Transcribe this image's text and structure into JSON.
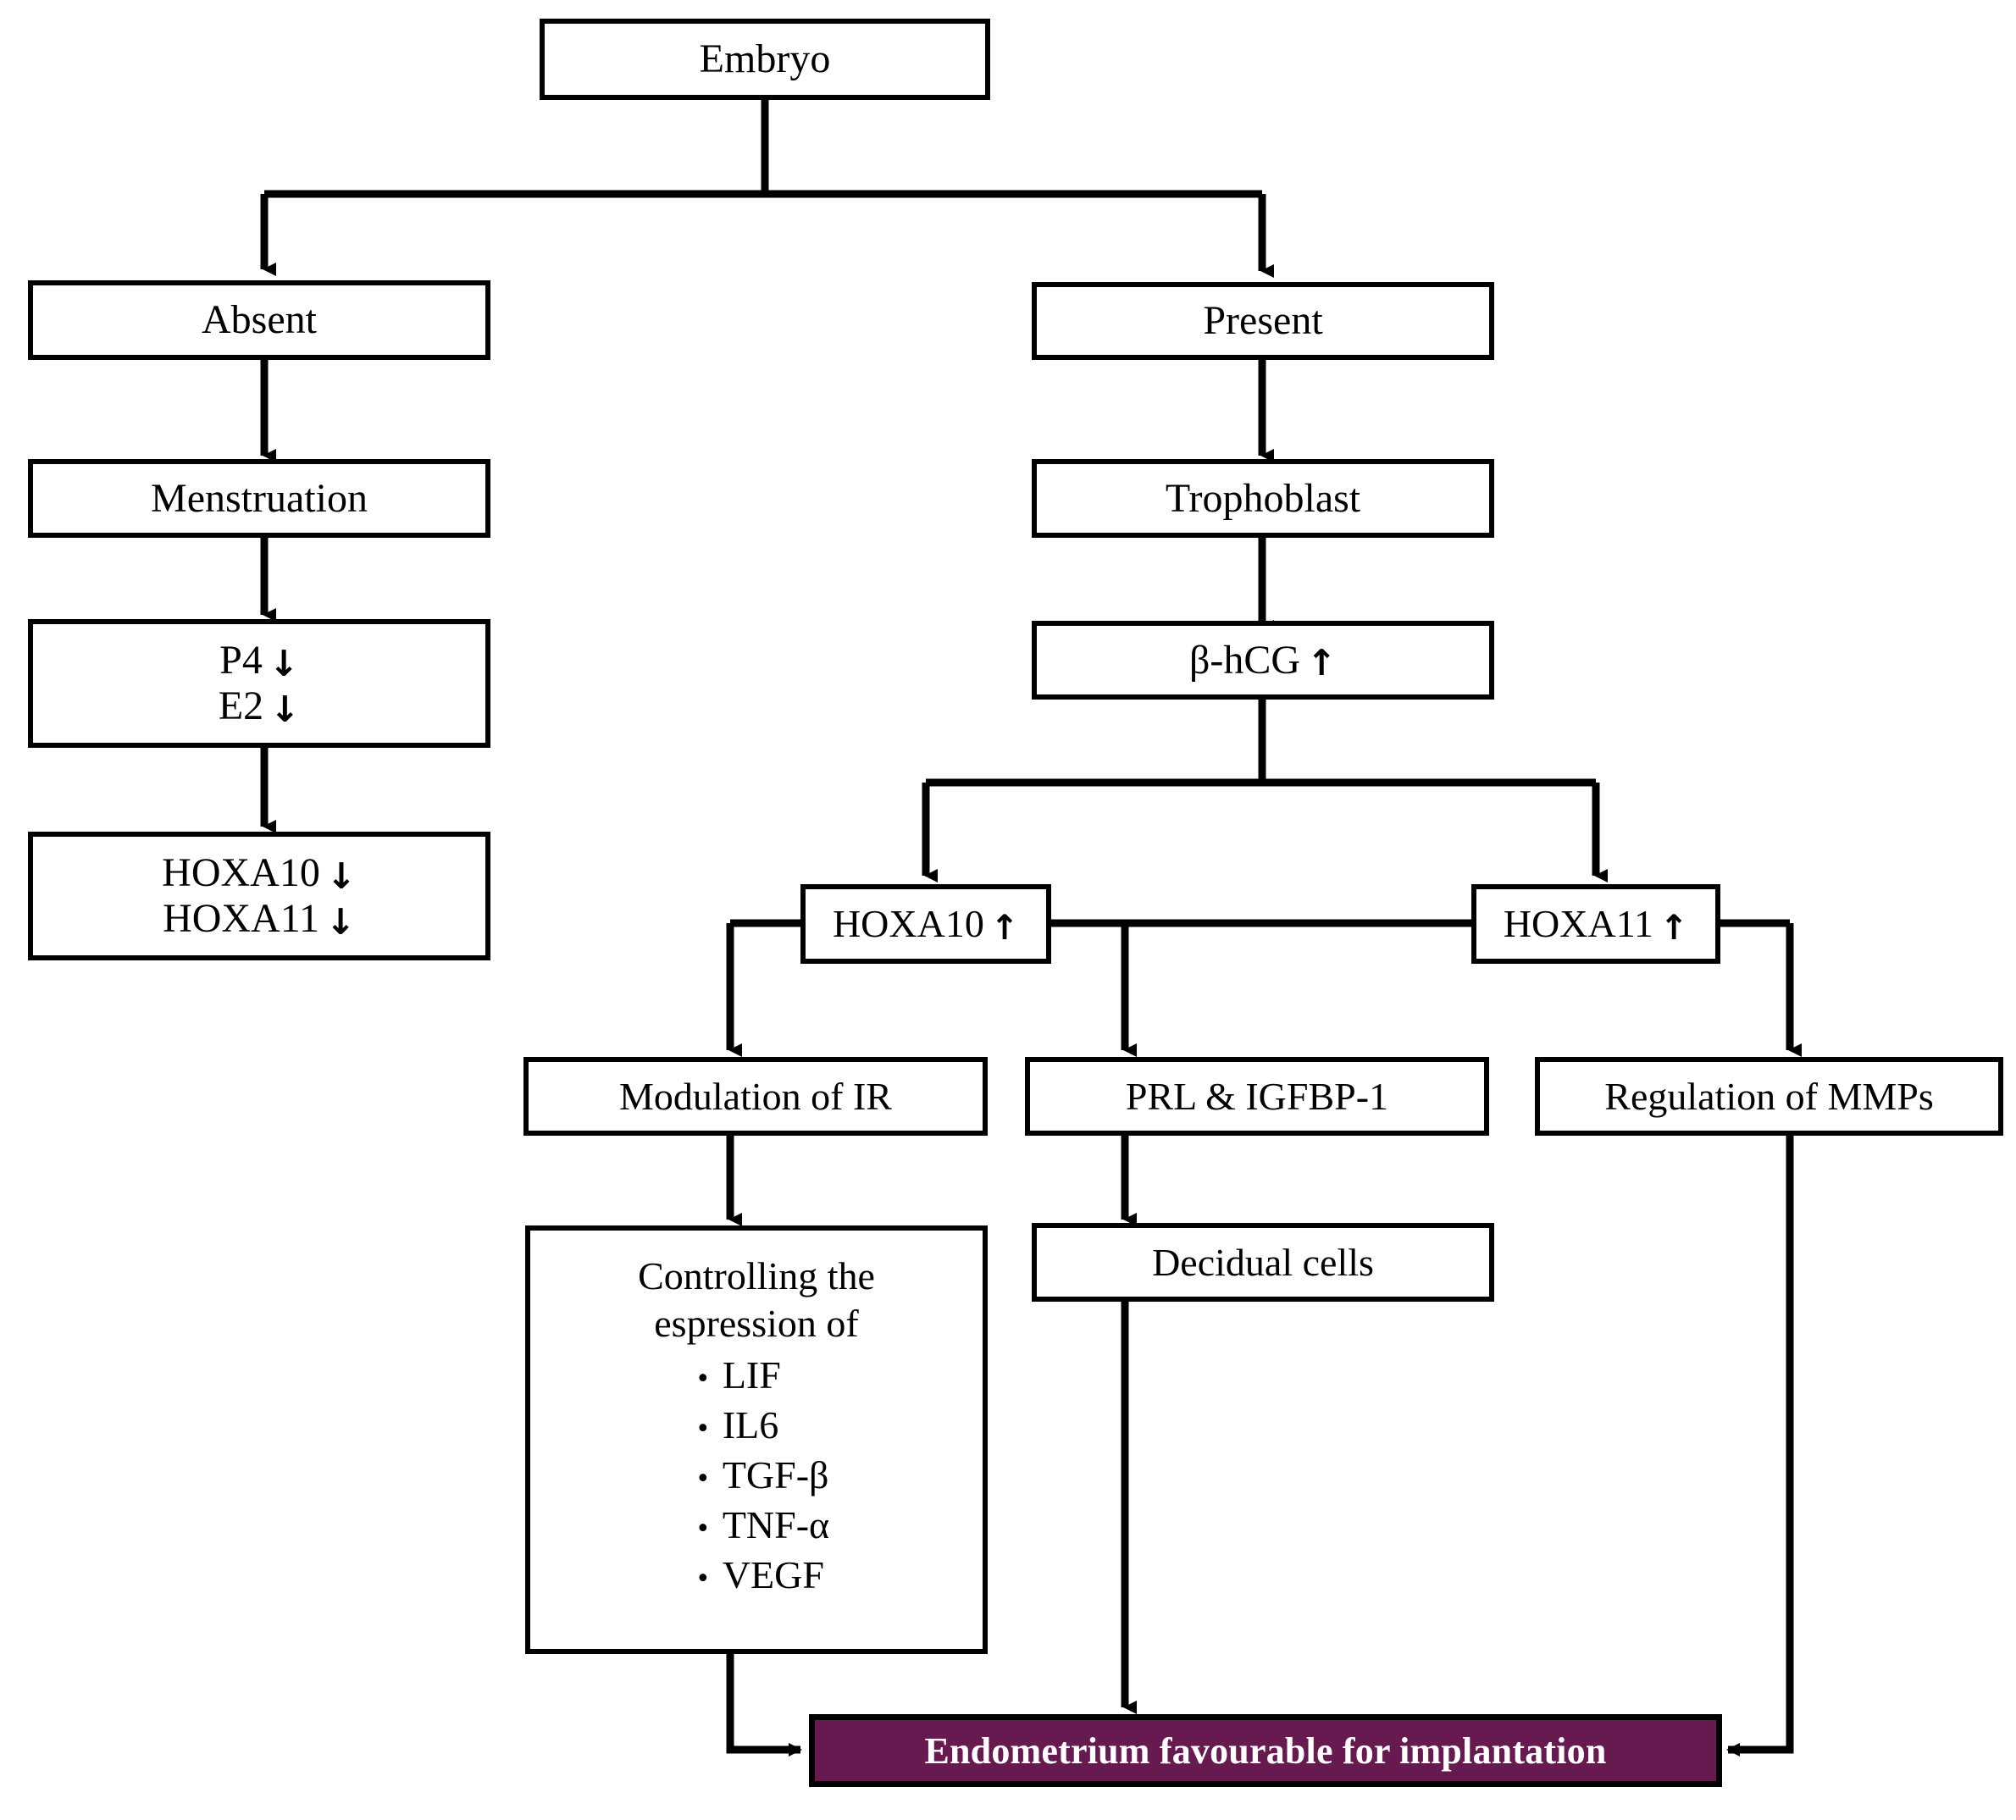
{
  "diagram": {
    "title": "Embryo implantation signalling flowchart",
    "font_family_style": "serif",
    "colors": {
      "stroke": "#000000",
      "box_fill": "#ffffff",
      "final_fill": "#661a4f",
      "final_text": "#ffffff"
    },
    "arrow_glyphs": {
      "up": "↑",
      "down": "↓",
      "bullet": "•"
    },
    "nodes": {
      "embryo": {
        "label": "Embryo"
      },
      "absent": {
        "label": "Absent"
      },
      "present": {
        "label": "Present"
      },
      "menstruation": {
        "label": "Menstruation"
      },
      "trophoblast": {
        "label": "Trophoblast"
      },
      "hormones_down": {
        "line1_text": "P4",
        "line1_arrow": "↓",
        "line2_text": "E2",
        "line2_arrow": "↓"
      },
      "bhcg_up": {
        "text": "β-hCG",
        "arrow": "↑"
      },
      "hoxa_down": {
        "line1_text": "HOXA10",
        "line1_arrow": "↓",
        "line2_text": "HOXA11",
        "line2_arrow": "↓"
      },
      "hoxa10_up": {
        "text": "HOXA10",
        "arrow": "↑"
      },
      "hoxa11_up": {
        "text": "HOXA11",
        "arrow": "↑"
      },
      "modulation_ir": {
        "label": "Modulation of IR"
      },
      "prl_igfbp1": {
        "label": "PRL & IGFBP-1"
      },
      "regulation_mmps": {
        "label": "Regulation of MMPs"
      },
      "controlling_expression": {
        "heading": "Controlling the\nespression of",
        "items": [
          "LIF",
          "IL6",
          "TGF-β",
          "TNF-α",
          "VEGF"
        ]
      },
      "decidual_cells": {
        "label": "Decidual cells"
      },
      "endometrium_favourable": {
        "label": "Endometrium favourable for implantation"
      }
    }
  }
}
